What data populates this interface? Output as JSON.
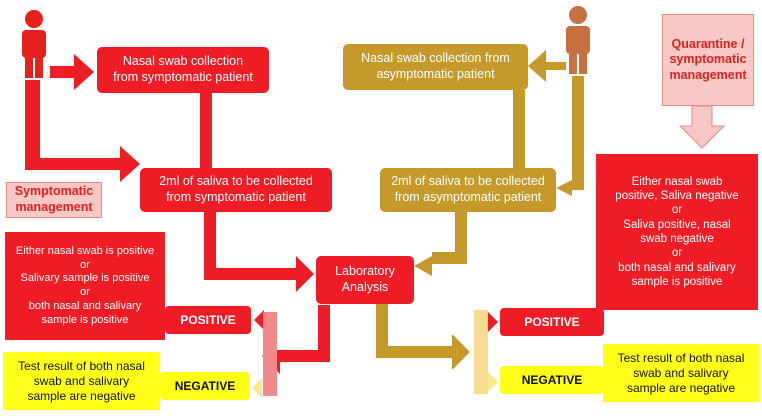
{
  "colors": {
    "symptomatic": "#ee1c25",
    "asymptomatic": "#c59a2b",
    "pink": "#f8c9c4",
    "negative_yellow": "#ffff1a",
    "person_red": "#e8211d",
    "person_orange": "#c8703f"
  },
  "icons": {
    "left_person": "person-icon",
    "right_person": "person-icon"
  },
  "symptomatic_path": {
    "nasal_swab": "Nasal swab collection\nfrom symptomatic patient",
    "saliva": "2ml of saliva to be collected\nfrom symptomatic patient",
    "management_label": "Symptomatic\nmanagement",
    "positive_criteria": "Either nasal swab is positive\nor\nSalivary sample  is positive\nor\nboth nasal and salivary\nsample is positive",
    "positive_label": "POSITIVE",
    "negative_result": "Test result of both nasal\nswab and salivary\nsample  are negative",
    "negative_label": "NEGATIVE"
  },
  "asymptomatic_path": {
    "nasal_swab": "Nasal swab collection from\nasymptomatic patient",
    "saliva": "2ml of saliva to be collected\nfrom asymptomatic patient",
    "management_label": "Quarantine /\nsymptomatic\nmanagement",
    "positive_criteria": "Either nasal swab\npositive, Saliva negative\nor\nSaliva positive, nasal\nswab negative\nor\nboth nasal and salivary\nsample is positive",
    "positive_label": "POSITIVE",
    "negative_result": "Test result of both nasal\nswab and salivary\nsample  are negative",
    "negative_label": "NEGATIVE"
  },
  "lab": {
    "label": "Laboratory\nAnalysis"
  }
}
